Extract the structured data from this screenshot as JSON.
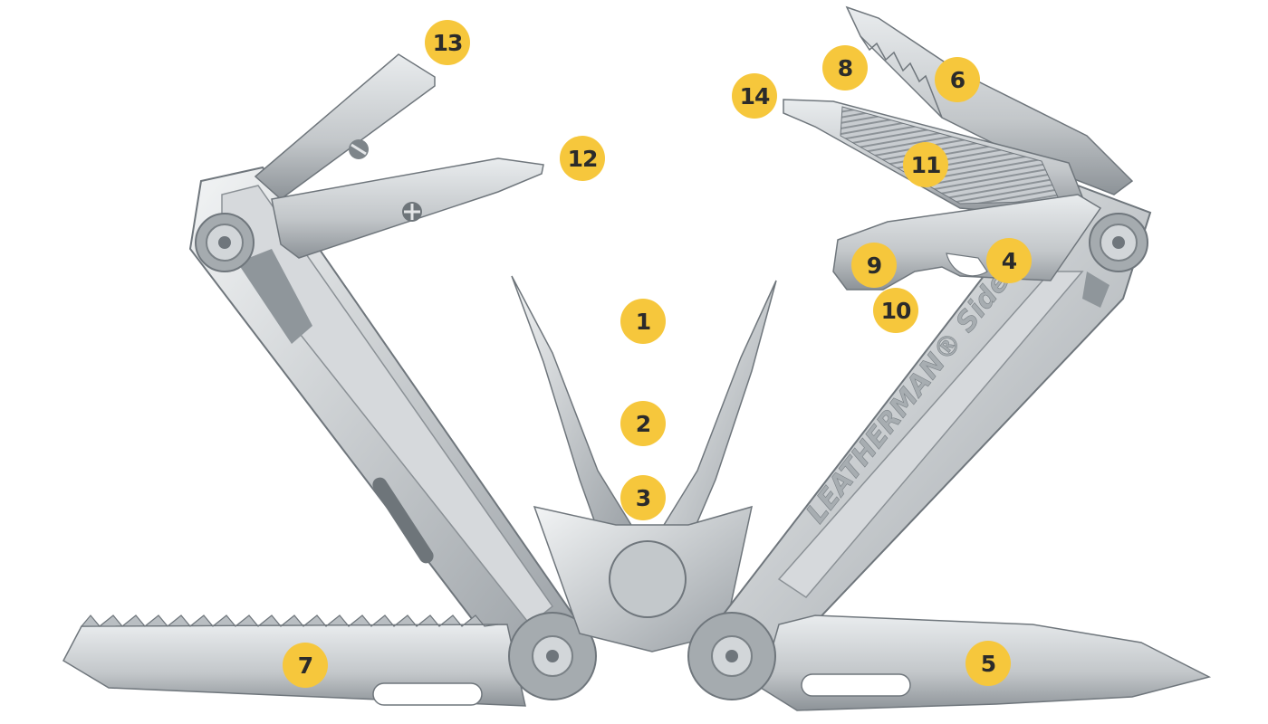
{
  "tool": {
    "brand_text": "LEATHERMAN® Sidekick®"
  },
  "colors": {
    "background": "#ffffff",
    "callout_fill": "#f6c73c",
    "callout_text": "#2b2b2b",
    "steel": "#c9cdd1",
    "steel_dark": "#7f868c",
    "steel_light": "#eef0f2"
  },
  "callouts": [
    {
      "id": "c1",
      "label": "1"
    },
    {
      "id": "c2",
      "label": "2"
    },
    {
      "id": "c3",
      "label": "3"
    },
    {
      "id": "c4",
      "label": "4"
    },
    {
      "id": "c5",
      "label": "5"
    },
    {
      "id": "c6",
      "label": "6"
    },
    {
      "id": "c7",
      "label": "7"
    },
    {
      "id": "c8",
      "label": "8"
    },
    {
      "id": "c9",
      "label": "9"
    },
    {
      "id": "c10",
      "label": "10"
    },
    {
      "id": "c11",
      "label": "11"
    },
    {
      "id": "c12",
      "label": "12"
    },
    {
      "id": "c13",
      "label": "13"
    },
    {
      "id": "c14",
      "label": "14"
    }
  ]
}
